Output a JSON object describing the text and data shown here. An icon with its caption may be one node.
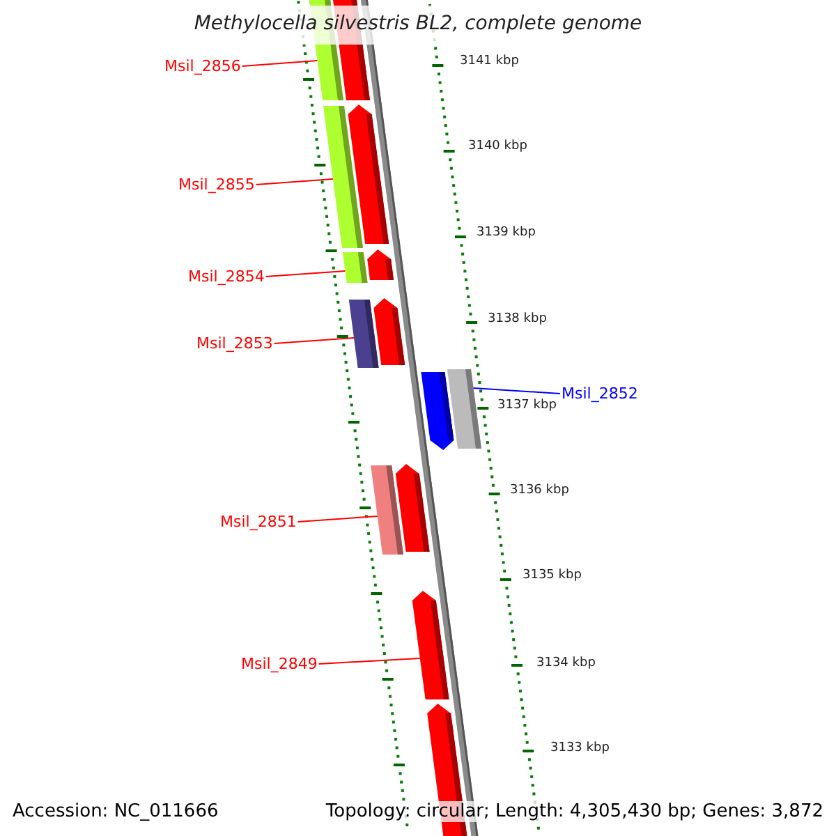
{
  "diagram": {
    "title": "Methylocella silvestris BL2, complete genome",
    "nodes": [
      {
        "text": [
          "Msil_2856"
        ]
      },
      {
        "text": [],
        "shape": "bar"
      },
      {
        "text": [
          "Msil_2855"
        ]
      },
      {
        "text": [],
        "shape": "bar"
      },
      {
        "text": [
          "Msil_2854"
        ]
      },
      {
        "text": [],
        "shape": "bar"
      },
      {
        "text": [
          "Msil_2853"
        ]
      },
      {
        "text": [],
        "shape": "bar"
      },
      {
        "text": [
          "Msil_2852"
        ]
      },
      {
        "text": [],
        "shape": "bar"
      },
      {
        "text": [
          "Msil_2851"
        ]
      },
      {
        "text": [],
        "shape": "bar"
      },
      {
        "text": [
          "Msil_2849"
        ]
      },
      {
        "text": [],
        "shape": "bar"
      }
    ],
    "edges": [
      {
        "from": 0,
        "to": 1,
        "arrow": "none"
      },
      {
        "from": 2,
        "to": 3,
        "arrow": "none"
      },
      {
        "from": 4,
        "to": 5,
        "arrow": "none"
      },
      {
        "from": 6,
        "to": 7,
        "arrow": "none"
      },
      {
        "from": 8,
        "to": 9,
        "arrow": "none",
        "color": "#0000ff"
      },
      {
        "from": 10,
        "to": 11,
        "arrow": "none"
      },
      {
        "from": 12,
        "to": 13,
        "arrow": "none"
      }
    ],
    "labels": [
      "3141 kbp",
      "3140 kbp",
      "3139 kbp",
      "3138 kbp",
      "3137 kbp",
      "3136 kbp",
      "3135 kbp",
      "3134 kbp",
      "3133 kbp",
      "Accession: NC_011666",
      "Topology: circular; Length: 4,305,430 bp; Genes: 3,872"
    ]
  }
}
